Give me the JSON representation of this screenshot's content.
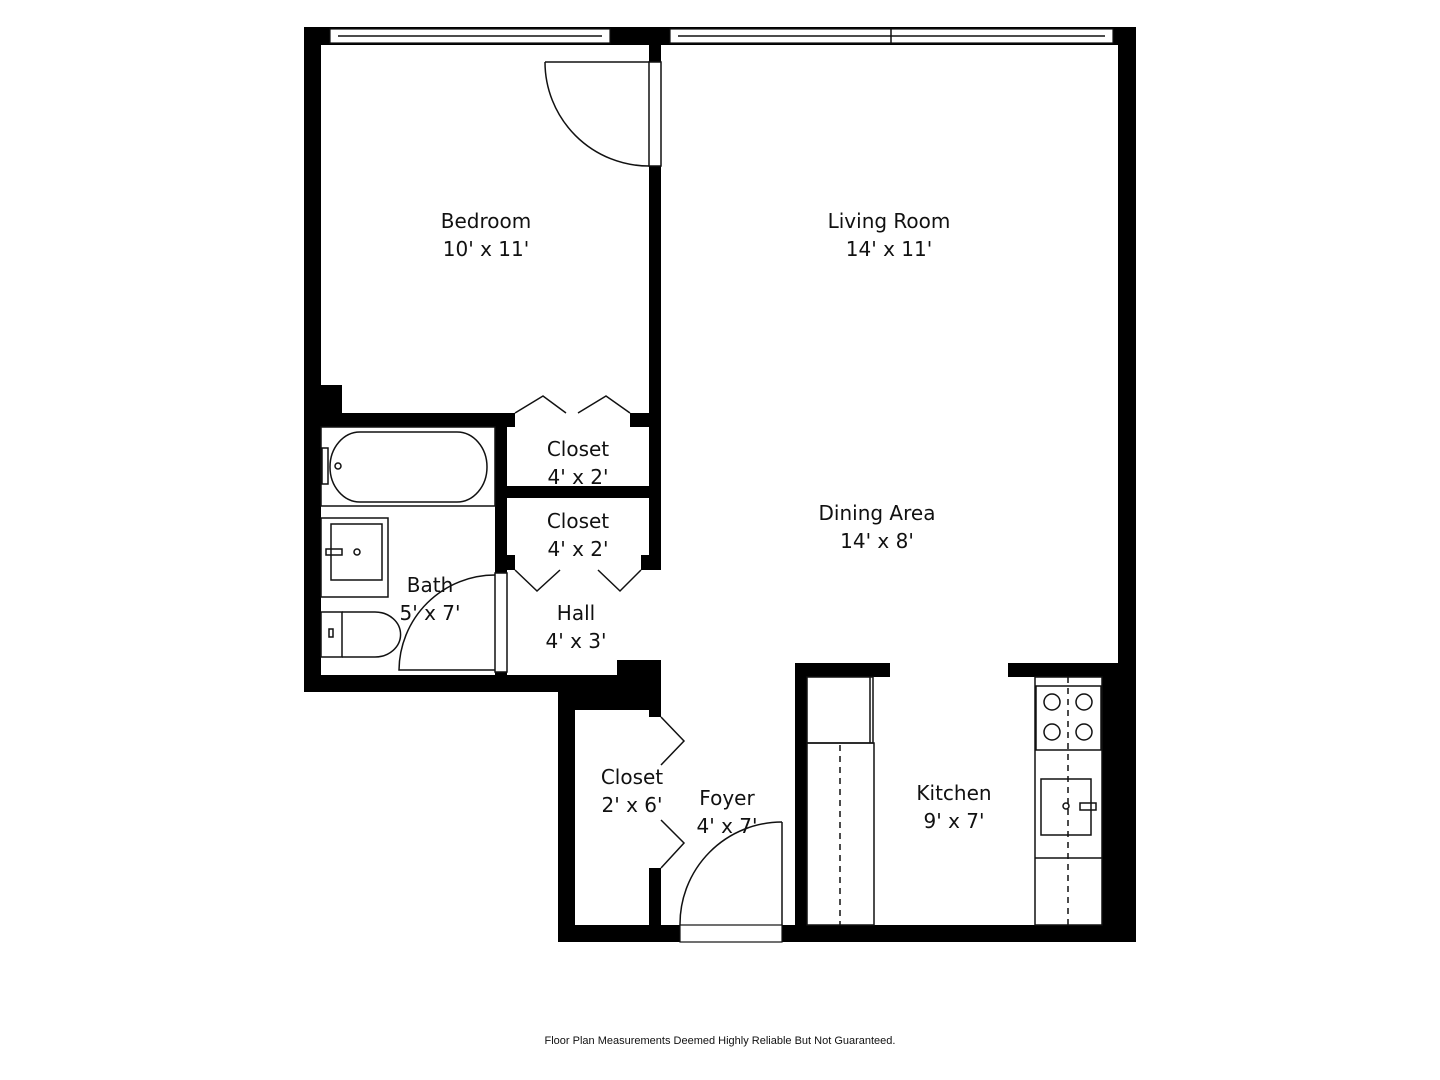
{
  "rooms": {
    "bedroom": {
      "name": "Bedroom",
      "size": "10' x 11'"
    },
    "living_room": {
      "name": "Living Room",
      "size": "14' x 11'"
    },
    "closet_1": {
      "name": "Closet",
      "size": "4' x 2'"
    },
    "closet_2": {
      "name": "Closet",
      "size": "4' x 2'"
    },
    "dining_area": {
      "name": "Dining Area",
      "size": "14' x 8'"
    },
    "bath": {
      "name": "Bath",
      "size": "5' x 7'"
    },
    "hall": {
      "name": "Hall",
      "size": "4' x 3'"
    },
    "closet_3": {
      "name": "Closet",
      "size": "2' x 6'"
    },
    "foyer": {
      "name": "Foyer",
      "size": "4' x 7'"
    },
    "kitchen": {
      "name": "Kitchen",
      "size": "9' x 7'"
    }
  },
  "disclaimer": "Floor Plan Measurements Deemed Highly Reliable But Not Guaranteed.",
  "colors": {
    "wall": "#000000",
    "background": "#ffffff"
  }
}
